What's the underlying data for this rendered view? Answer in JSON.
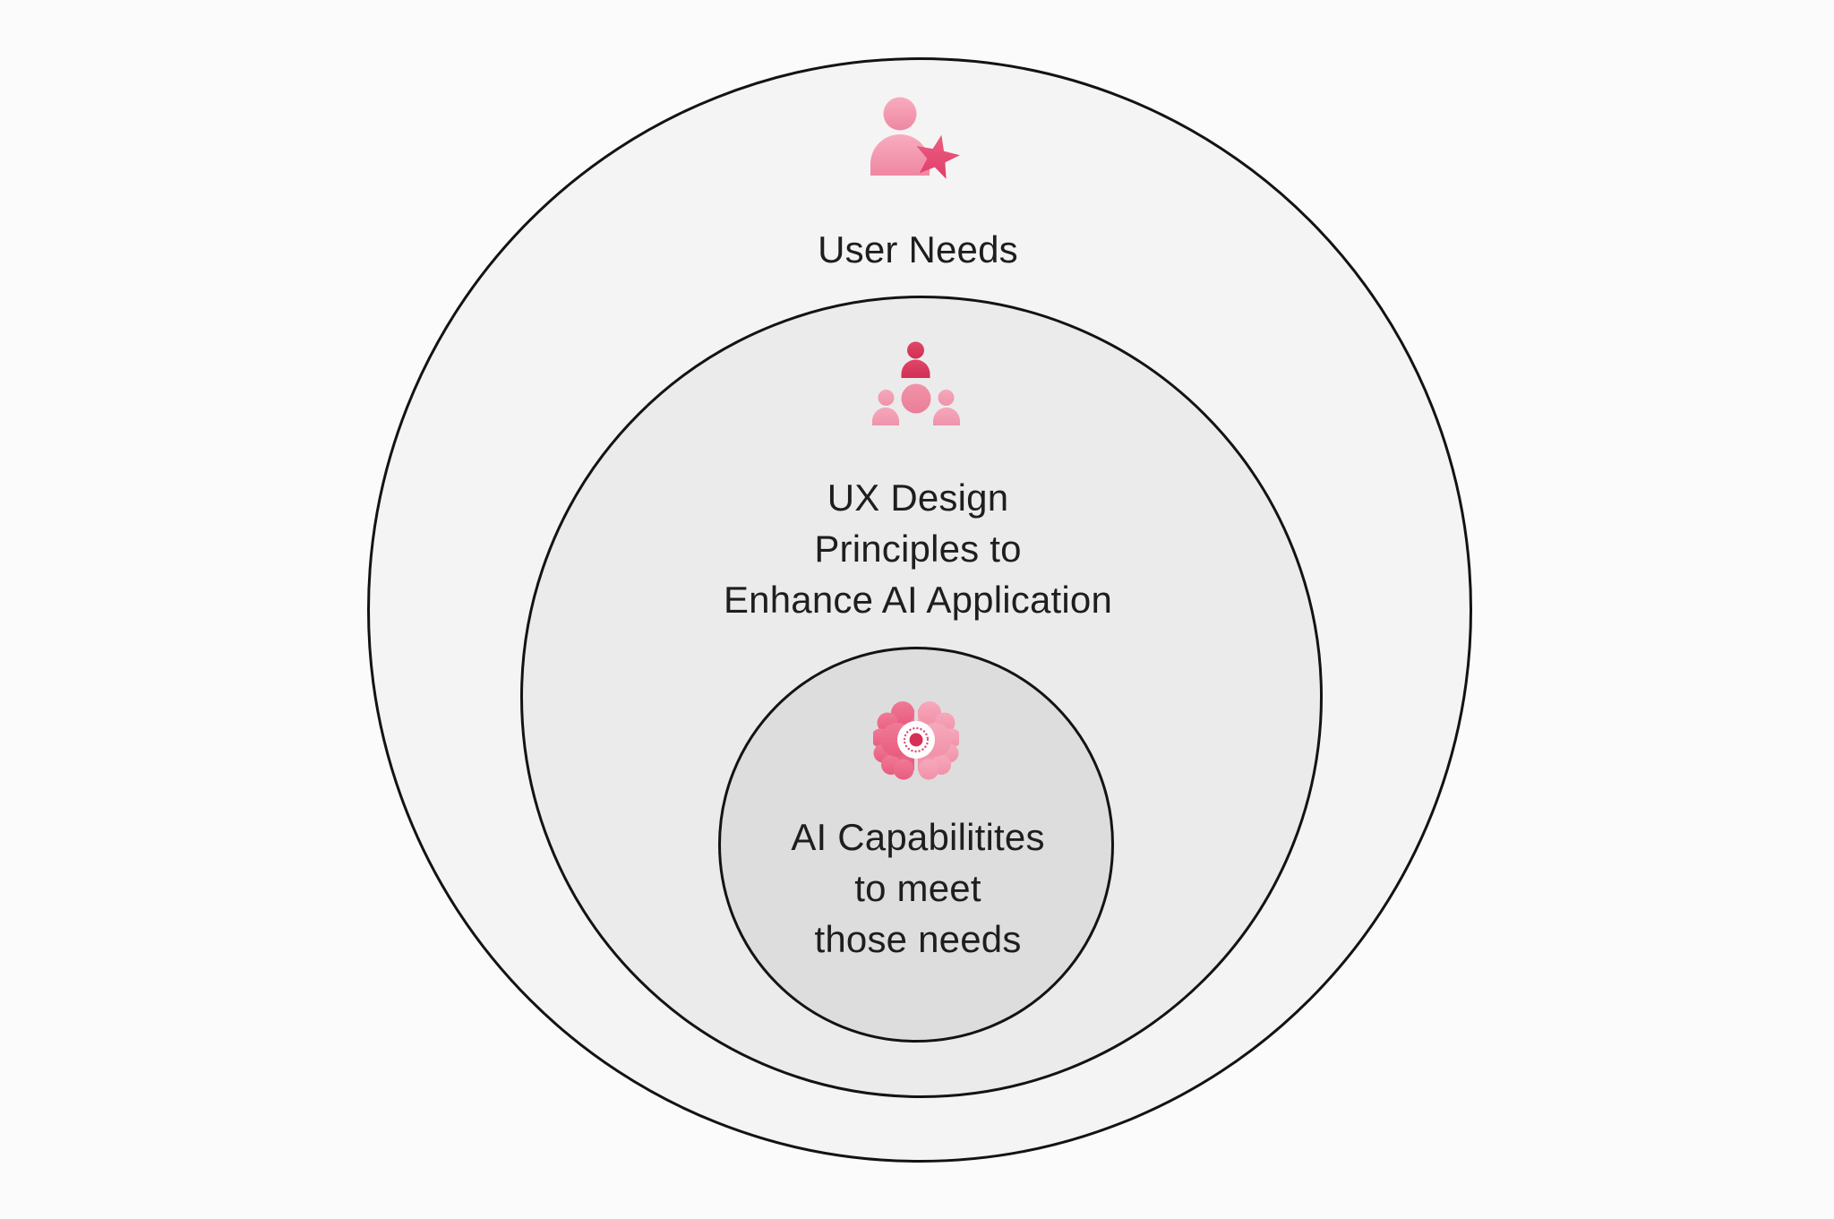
{
  "diagram": {
    "type": "nested-circles",
    "background": "#FBFBFB",
    "stroke_color": "#131313",
    "text_color": "#1E1E1E",
    "rings": {
      "outer": {
        "label": "User Needs",
        "fill": "#F5F4F4",
        "icon": "user-star-icon"
      },
      "middle": {
        "lines": [
          "UX Design",
          "Principles to",
          "Enhance AI Application"
        ],
        "fill": "#ECEBEB",
        "icon": "user-group-icon"
      },
      "inner": {
        "lines": [
          "AI Capabilitites",
          "to meet",
          "those needs"
        ],
        "fill": "#DEDDDD",
        "icon": "ai-brain-icon"
      }
    },
    "palette": {
      "pink_light": "#F5A8BB",
      "pink_medium": "#EE8AA2",
      "pink_dark": "#D73A60",
      "star_pink": "#E7527A",
      "brain_left": "#EC6E8D",
      "brain_right": "#F49FB3",
      "dot_ring": "#E0517B",
      "center_dot": "#D63058"
    }
  }
}
